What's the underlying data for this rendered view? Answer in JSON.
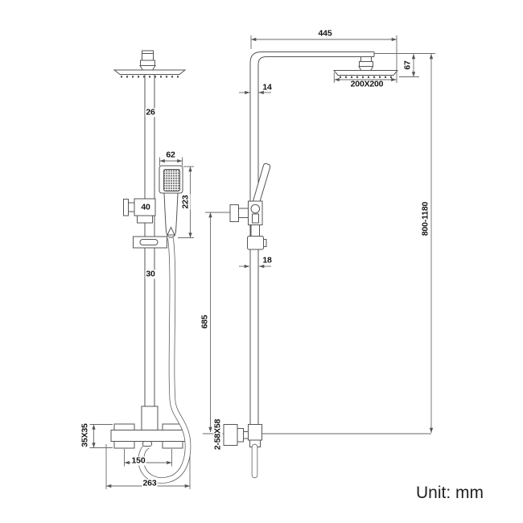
{
  "drawing": {
    "type": "technical-dimension-drawing",
    "subject": "thermostatic shower column, front view and side view",
    "unit_note": "Unit: mm"
  },
  "dims": {
    "d26": "26",
    "d62": "62",
    "d223": "223",
    "d40": "40",
    "d30": "30",
    "d35": "35X35",
    "d150": "150",
    "d263": "263",
    "d445": "445",
    "d14": "14",
    "d200": "200X200",
    "d67": "67",
    "d18": "18",
    "d685": "685",
    "d58": "2-58X58",
    "d800": "800-1180"
  },
  "colors": {
    "line": "#555555",
    "text": "#161616",
    "background": "#ffffff"
  }
}
